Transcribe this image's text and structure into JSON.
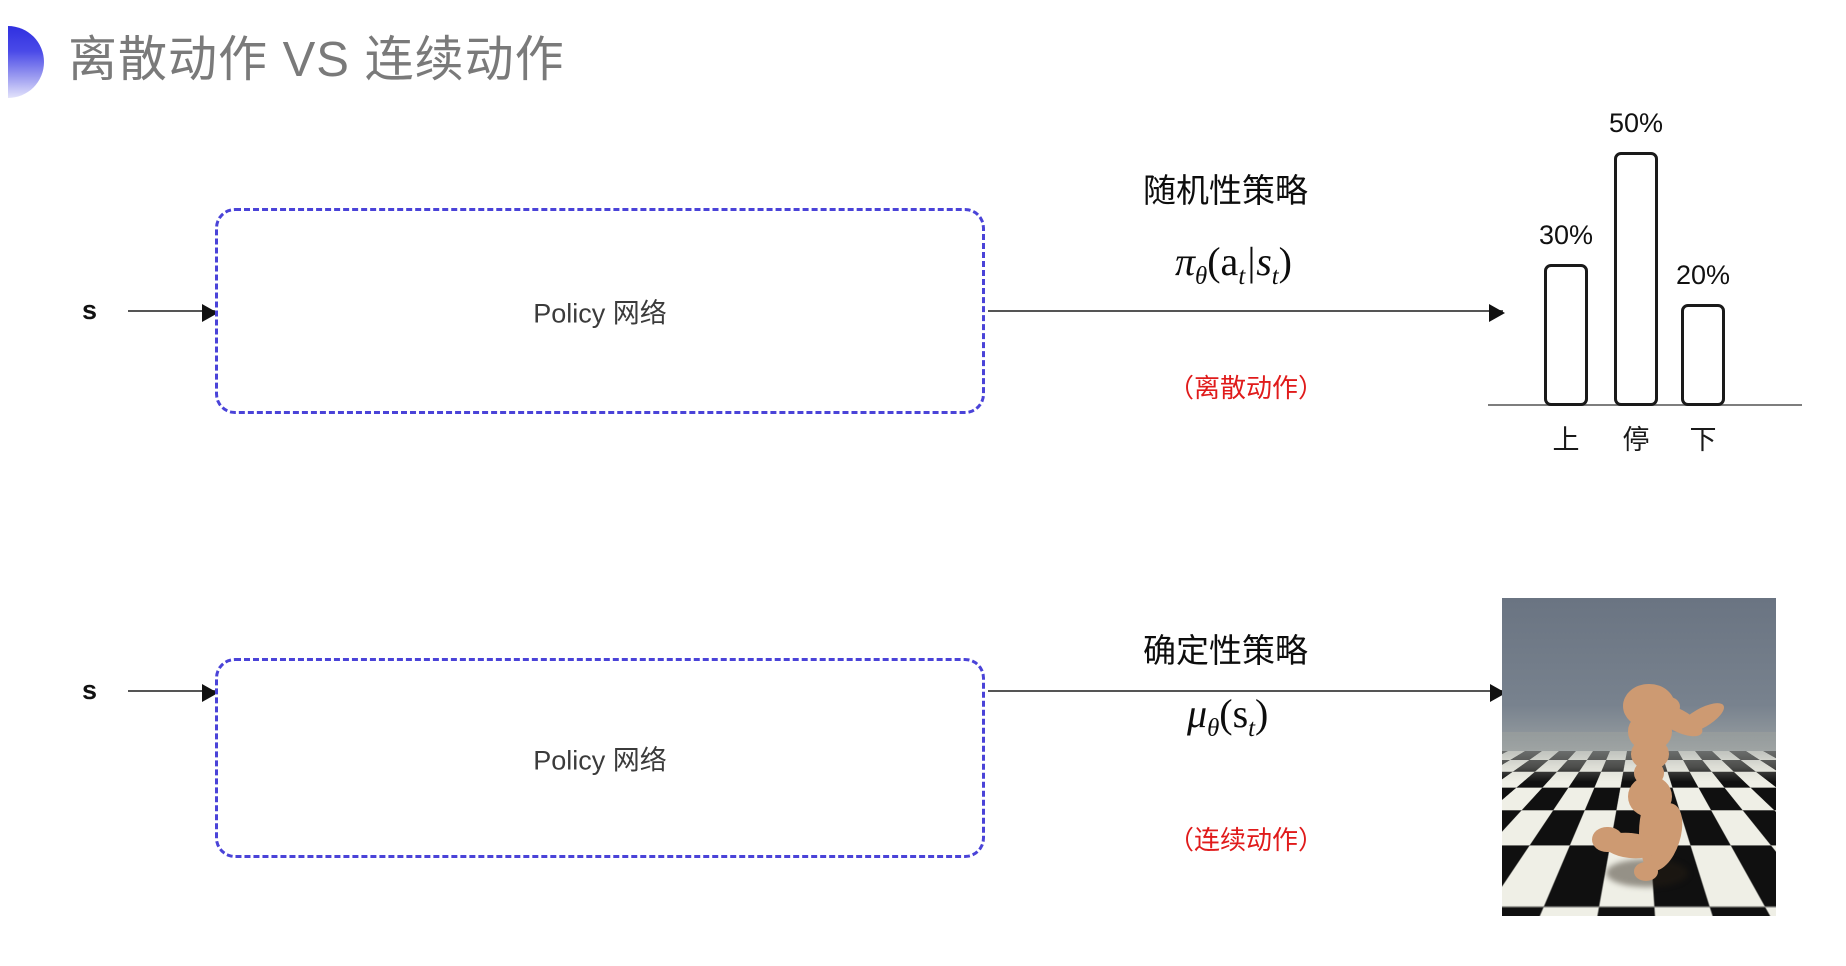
{
  "slide": {
    "title": "离散动作 VS 连续动作",
    "accent_color": "#4a43d8",
    "title_color": "#7a7a7a",
    "note_color": "#e01b1b"
  },
  "rows": [
    {
      "input_label": "s",
      "box_label": "Policy 网络",
      "policy_title": "随机性策略",
      "formula_parts": {
        "main": "π",
        "sub1": "θ",
        "args": "(a",
        "sub2": "t",
        "bar": "|s",
        "sub3": "t",
        "close": ")"
      },
      "formula_plain": "π_θ(a_t|s_t)",
      "action_note": "（离散动作）"
    },
    {
      "input_label": "s",
      "box_label": "Policy 网络",
      "policy_title": "确定性策略",
      "formula_parts": {
        "main": "μ",
        "sub1": "θ",
        "args": "(s",
        "sub2": "t",
        "close": ")"
      },
      "formula_plain": "μ_θ(s_t)",
      "action_note": "（连续动作）"
    }
  ],
  "chart_data": {
    "type": "bar",
    "title": "",
    "xlabel": "",
    "ylabel": "",
    "categories": [
      "上",
      "停",
      "下"
    ],
    "values": [
      30,
      50,
      20
    ],
    "value_labels": [
      "30%",
      "50%",
      "20%"
    ],
    "ylim": [
      0,
      60
    ],
    "grid": false,
    "legend": "none",
    "bar_style": "outlined-rounded"
  },
  "humanoid": {
    "caption": "",
    "sky_color": "#6c7684",
    "body_color": "#cd9a72",
    "floor_colors": [
      "#efefe6",
      "#101010"
    ]
  }
}
